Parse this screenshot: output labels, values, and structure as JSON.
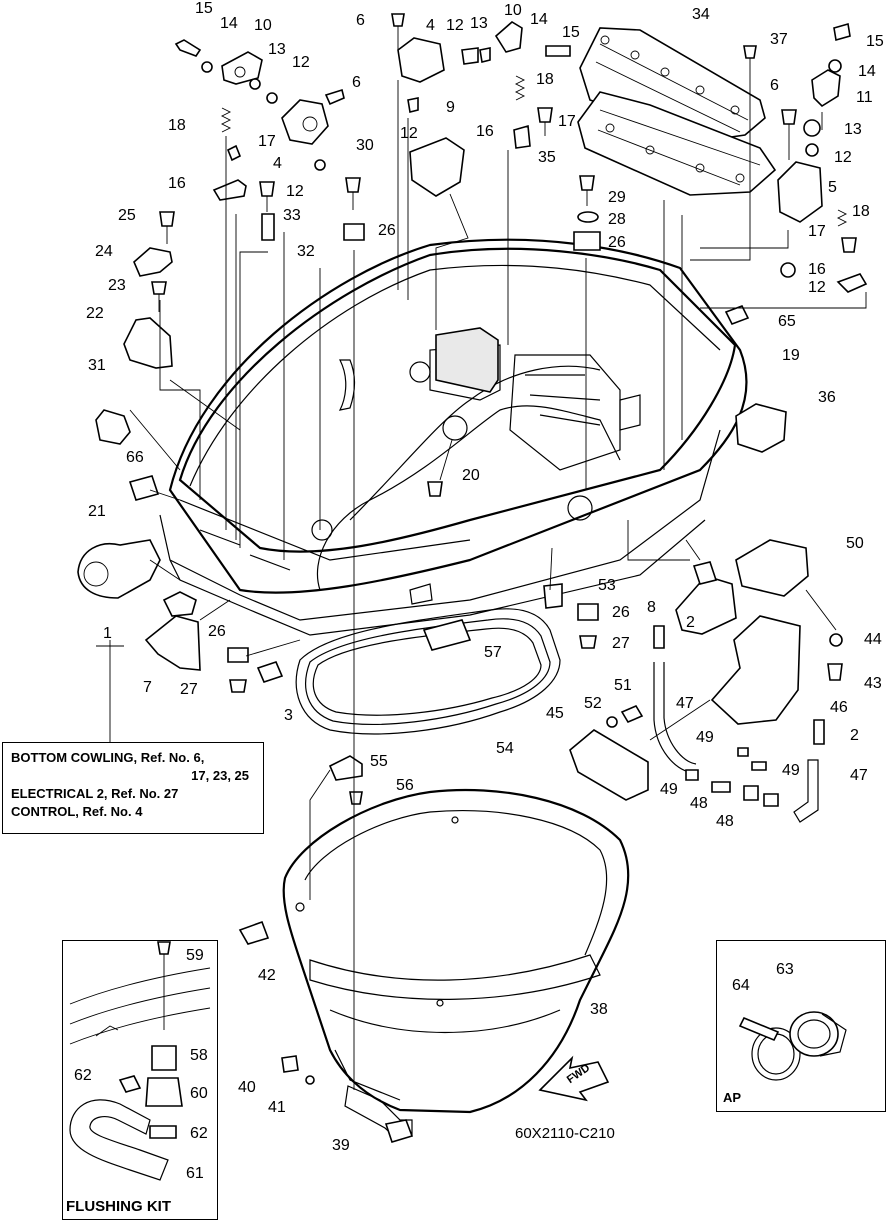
{
  "diagram_code": "60X2110-C210",
  "fwd_label": "FWD",
  "flushing_kit_title": "FLUSHING KIT",
  "ap_title": "AP",
  "note": {
    "line1": "BOTTOM COWLING, Ref. No. 6,",
    "line2": "17, 23, 25",
    "line3": "ELECTRICAL 2, Ref. No. 27",
    "line4": "CONTROL, Ref. No. 4"
  },
  "callouts": [
    "15",
    "14",
    "10",
    "13",
    "12",
    "6",
    "18",
    "17",
    "4",
    "16",
    "12",
    "33",
    "32",
    "25",
    "24",
    "23",
    "22",
    "31",
    "66",
    "21",
    "1",
    "7",
    "26",
    "27",
    "3",
    "30",
    "26",
    "6",
    "4",
    "12",
    "13",
    "10",
    "14",
    "15",
    "18",
    "17",
    "16",
    "9",
    "12",
    "29",
    "28",
    "26",
    "20",
    "53",
    "26",
    "27",
    "57",
    "54",
    "55",
    "56",
    "42",
    "40",
    "41",
    "39",
    "38",
    "34",
    "37",
    "35",
    "15",
    "14",
    "11",
    "13",
    "12",
    "6",
    "5",
    "18",
    "17",
    "16",
    "12",
    "65",
    "19",
    "36",
    "50",
    "8",
    "2",
    "47",
    "51",
    "52",
    "45",
    "49",
    "48",
    "48",
    "49",
    "49",
    "47",
    "2",
    "44",
    "43",
    "46",
    "59",
    "58",
    "62",
    "60",
    "62",
    "61",
    "64",
    "63"
  ]
}
